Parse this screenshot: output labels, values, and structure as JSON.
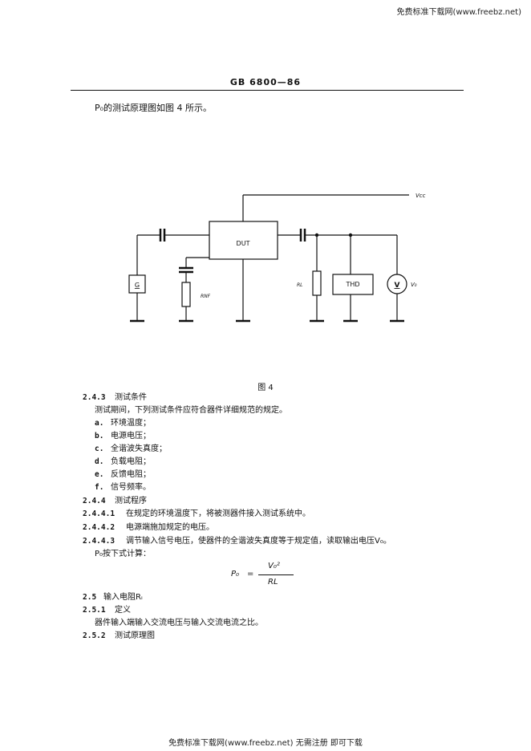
{
  "watermark": {
    "top": "免费标准下载网(www.freebz.net)",
    "bottom": "免费标准下载网(www.freebz.net) 无需注册 即可下载"
  },
  "header": {
    "standard_code": "GB 6800—86"
  },
  "intro": "P₀的测试原理图如图 4 所示。",
  "figure": {
    "caption": "图 4",
    "labels": {
      "vcc": "Vcc",
      "dut": "DUT",
      "source": "G",
      "rnf": "RNF",
      "rl": "RL",
      "thd": "THD",
      "voltmeter": "V",
      "vo": "V₀"
    }
  },
  "sections": [
    {
      "num": "2.4.3",
      "text": "测试条件"
    },
    {
      "num": "",
      "text": "测试期间，下列测试条件应符合器件详细规范的规定。"
    },
    {
      "num": "a.",
      "text": "环境温度；"
    },
    {
      "num": "b.",
      "text": "电源电压；"
    },
    {
      "num": "c.",
      "text": "全谐波失真度；"
    },
    {
      "num": "d.",
      "text": "负载电阻；"
    },
    {
      "num": "e.",
      "text": "反馈电阻；"
    },
    {
      "num": "f.",
      "text": "信号频率。"
    },
    {
      "num": "2.4.4",
      "text": "测试程序"
    },
    {
      "num": "2.4.4.1",
      "text": "在规定的环境温度下，将被测器件接入测试系统中。"
    },
    {
      "num": "2.4.4.2",
      "text": "电源端施加规定的电压。"
    },
    {
      "num": "2.4.4.3",
      "text": "调节输入信号电压，使器件的全谐波失真度等于规定值，读取输出电压V₀。"
    },
    {
      "num": "",
      "text": "P₀按下式计算："
    }
  ],
  "formula": {
    "lhs": "P₀",
    "eq": "=",
    "numerator": "V₀²",
    "denominator": "RL"
  },
  "sections_after": [
    {
      "num": "2.5",
      "text": "输入电阻Rᵢ"
    },
    {
      "num": "2.5.1",
      "text": "定义"
    },
    {
      "num": "",
      "text": "器件输入端输入交流电压与输入交流电流之比。"
    },
    {
      "num": "2.5.2",
      "text": "测试原理图"
    }
  ]
}
